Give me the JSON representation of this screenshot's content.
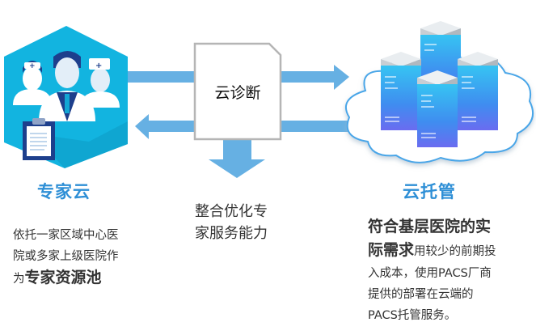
{
  "colors": {
    "arrow": "#66b0e3",
    "hexagon": "#12b4e0",
    "title_blue": "#2e8fd6",
    "doc_border": "#b5b5b5",
    "cloud_border": "#4aa6e8"
  },
  "left": {
    "icon": "medical-team-icon",
    "title": "专家云",
    "desc_line1": "依托一家区域中心医",
    "desc_line2": "院或多家上级医院作",
    "desc_line3_prefix": "为",
    "desc_line3_bold": "专家资源池"
  },
  "center": {
    "doc_label": "云诊断",
    "desc_line1": "整合优化专",
    "desc_line2": "家服务能力"
  },
  "right": {
    "icon": "cloud-servers-icon",
    "title": "云托管",
    "bold_line1": "符合基层医院的实",
    "bold_line2": "际需求",
    "line2_rest": "用较少的前期投",
    "line3": "入成本，使用PACS厂商",
    "line4": "提供的部署在云端的",
    "line5": "PACS托管服务。"
  }
}
